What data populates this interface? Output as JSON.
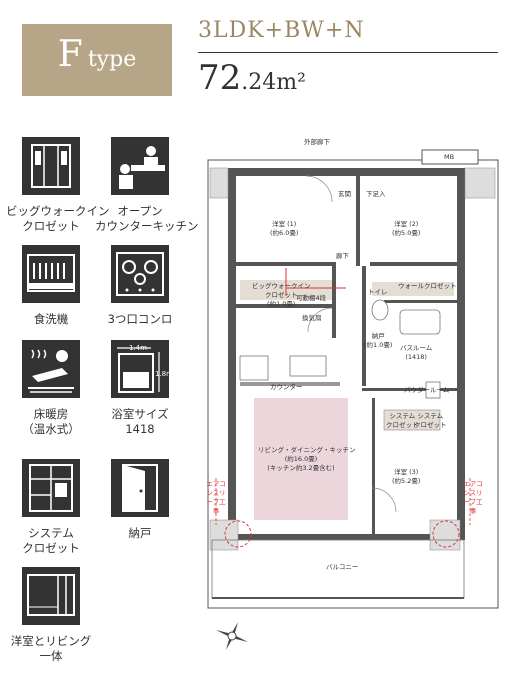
{
  "header": {
    "type_letter": "F",
    "type_word": "type",
    "plan_name": "3LDK+BW+N",
    "area_number": "72",
    "area_decimal": ".24",
    "area_unit": "m²"
  },
  "features": [
    {
      "label_line1": "ビッグウォークイン",
      "label_line2": "クロゼット",
      "icon": "walk-in-closet-icon"
    },
    {
      "label_line1": "オープン",
      "label_line2": "カウンターキッチン",
      "icon": "open-kitchen-icon"
    },
    {
      "label_line1": "食洗機",
      "label_line2": "",
      "icon": "dishwasher-icon"
    },
    {
      "label_line1": "3つ口コンロ",
      "label_line2": "",
      "icon": "stove-icon"
    },
    {
      "label_line1": "床暖房",
      "label_line2": "（温水式）",
      "icon": "floor-heating-icon"
    },
    {
      "label_line1": "浴室サイズ",
      "label_line2": "1418",
      "icon": "bathtub-icon",
      "icon_text_w": "1.4m",
      "icon_text_h": "1.8m"
    },
    {
      "label_line1": "システム",
      "label_line2": "クロゼット",
      "icon": "system-closet-icon"
    },
    {
      "label_line1": "納戸",
      "label_line2": "",
      "icon": "storage-door-icon"
    },
    {
      "label_line1": "洋室とリビング",
      "label_line2": "一体",
      "icon": "room-living-icon"
    }
  ],
  "floorplan": {
    "outdoor_unit": "外部廊下",
    "mb": "MB",
    "entrance": "玄関",
    "shoe_storage": "下足入",
    "hallway": "廊下",
    "room1": "洋室 (1)",
    "room1_size": "(約6.0畳)",
    "room2": "洋室 (2)",
    "room2_size": "(約5.0畳)",
    "room3": "洋室 (3)",
    "room3_size": "(約5.2畳)",
    "big_wic": "ビッグウォークイン",
    "big_wic_2": "クロゼット",
    "big_wic_size": "(約1.0畳)",
    "storage_bed": "可動棚4段",
    "fan": "換気扇",
    "toilet": "トイレ",
    "wall_closet": "ウォールクロゼット",
    "nando": "納戸",
    "nando_size": "(約1.0畳)",
    "bathroom": "バスルーム",
    "bathroom_size": "(1418)",
    "powder": "パウダールーム",
    "counter": "カウンター",
    "ldk": "リビング・ダイニング・キッチン",
    "ldk_size": "(約16.0畳)",
    "ldk_sub": "(キッチン約3.2畳含む)",
    "sys_closet_1": "システム",
    "sys_closet_1b": "クロゼット",
    "sys_closet_2": "システム",
    "sys_closet_2b": "クロゼット",
    "balcony": "バルコニー",
    "aircon_left": "エアコンスリーブ工事",
    "aircon_right": "エアコンスリーブ工事"
  },
  "colors": {
    "accent": "#b7a587",
    "ldk_fill": "#ecd6dc",
    "icon_bg": "#333333",
    "closet_fill": "#e3ddd3"
  }
}
